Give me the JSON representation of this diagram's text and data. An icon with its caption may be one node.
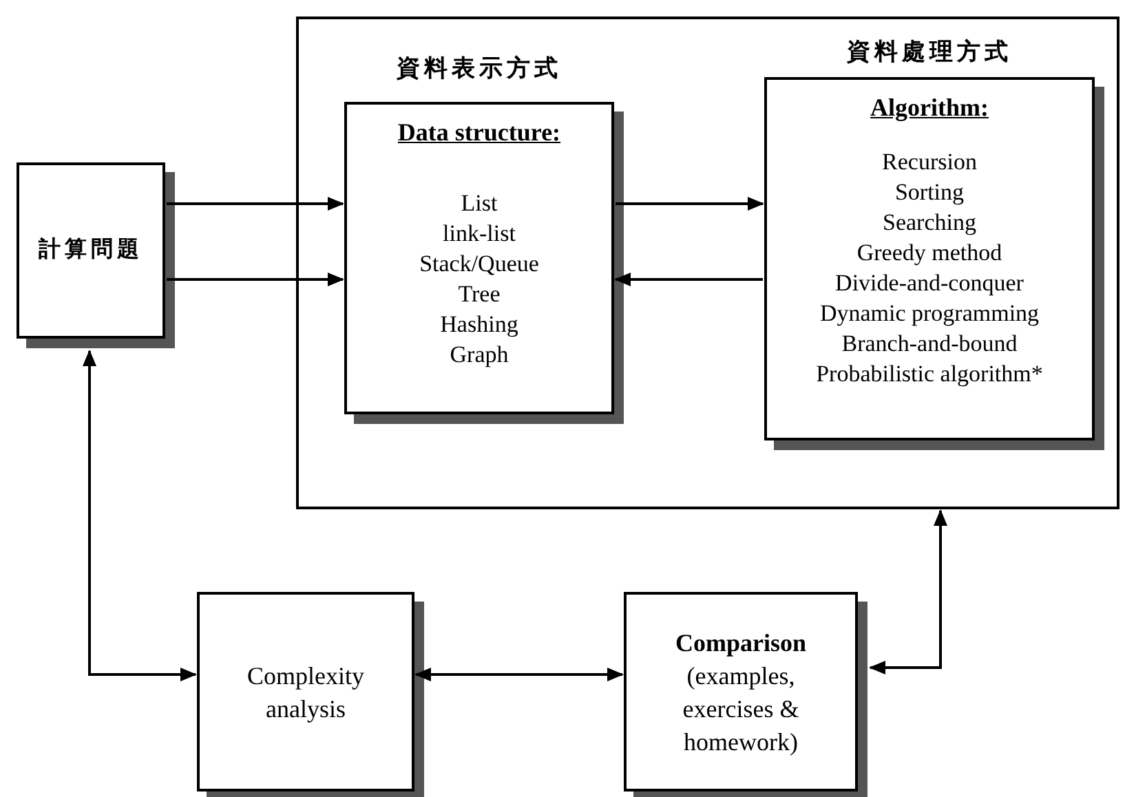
{
  "diagram": {
    "nodes": [
      {
        "text": [],
        "shape": "box"
      },
      {
        "text": [
          "資料表示方式",
          "Data structure:",
          "List",
          "link-list",
          "Stack/Queue",
          "Tree",
          "Hashing",
          "Graph"
        ],
        "in": 0
      },
      {
        "text": [
          "資料處理方式",
          "Algorithm:",
          "Recursion",
          "Sorting",
          "Searching",
          "Greedy method",
          "Divide-and-conquer",
          "Dynamic programming",
          "Branch-and-bound",
          "Probabilistic algorithm*"
        ],
        "in": 0
      },
      {
        "text": [
          "計算問題"
        ]
      },
      {
        "text": [
          "Complexity analysis"
        ]
      },
      {
        "text": [
          "Comparison",
          "(examples, exercises & homework)"
        ]
      }
    ],
    "edges": [
      {
        "from": 3,
        "to": 1,
        "arrow": "to"
      },
      {
        "from": 3,
        "to": 1,
        "arrow": "to"
      },
      {
        "from": 1,
        "to": 2,
        "arrow": "to"
      },
      {
        "from": 2,
        "to": 1,
        "arrow": "to"
      },
      {
        "from": 3,
        "to": 4,
        "arrow": "both"
      },
      {
        "from": 4,
        "to": 5,
        "arrow": "both"
      },
      {
        "from": 5,
        "to": 0,
        "arrow": "both"
      }
    ]
  }
}
